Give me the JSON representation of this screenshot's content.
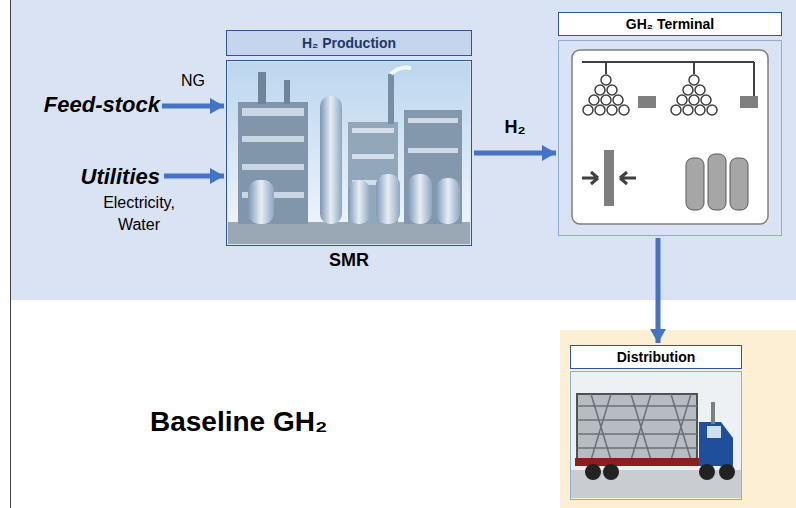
{
  "diagram": {
    "nodes": [
      {
        "text": [
          "Feed-stock"
        ]
      },
      {
        "text": [
          "Utilities",
          "Electricity, Water"
        ]
      },
      {
        "text": [
          "H₂ Production",
          "SMR"
        ]
      },
      {
        "text": [
          "GH₂ Terminal"
        ]
      },
      {
        "text": [
          "Distribution"
        ]
      }
    ],
    "edges": [
      {
        "from": 0,
        "to": 2,
        "arrow": "to",
        "label": "NG"
      },
      {
        "from": 1,
        "to": 2,
        "arrow": "to"
      },
      {
        "from": 2,
        "to": 3,
        "arrow": "to",
        "label": "H₂"
      },
      {
        "from": 3,
        "to": 4,
        "arrow": "to"
      }
    ],
    "labels": [
      "Baseline GH₂"
    ]
  }
}
